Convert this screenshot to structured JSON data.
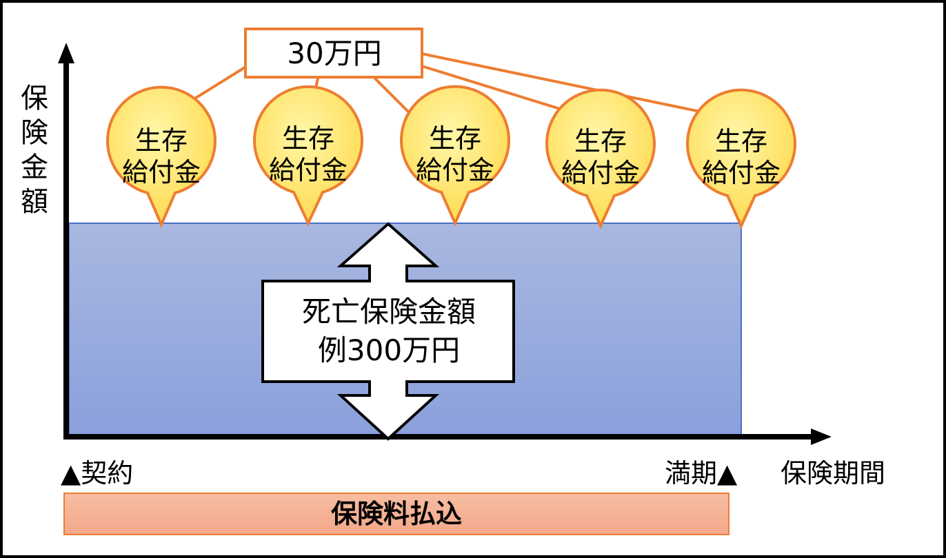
{
  "y_axis_label": "保険金額",
  "x_axis_label": "保険期間",
  "callout_amount": "30万円",
  "benefit_bubbles": [
    {
      "line1": "生存",
      "line2": "給付金"
    },
    {
      "line1": "生存",
      "line2": "給付金"
    },
    {
      "line1": "生存",
      "line2": "給付金"
    },
    {
      "line1": "生存",
      "line2": "給付金"
    },
    {
      "line1": "生存",
      "line2": "給付金"
    }
  ],
  "death_benefit": {
    "line1": "死亡保険金額",
    "line2": "例300万円"
  },
  "contract_label": "▲契約",
  "maturity_label": "満期▲",
  "premium_payment_label": "保険料払込",
  "colors": {
    "coverage_fill_top": "#a9b8e0",
    "coverage_fill_bottom": "#8aa0dc",
    "bubble_fill": "#ffe26a",
    "bubble_border": "#ed7d31",
    "payment_fill": "#f4ad8f"
  }
}
